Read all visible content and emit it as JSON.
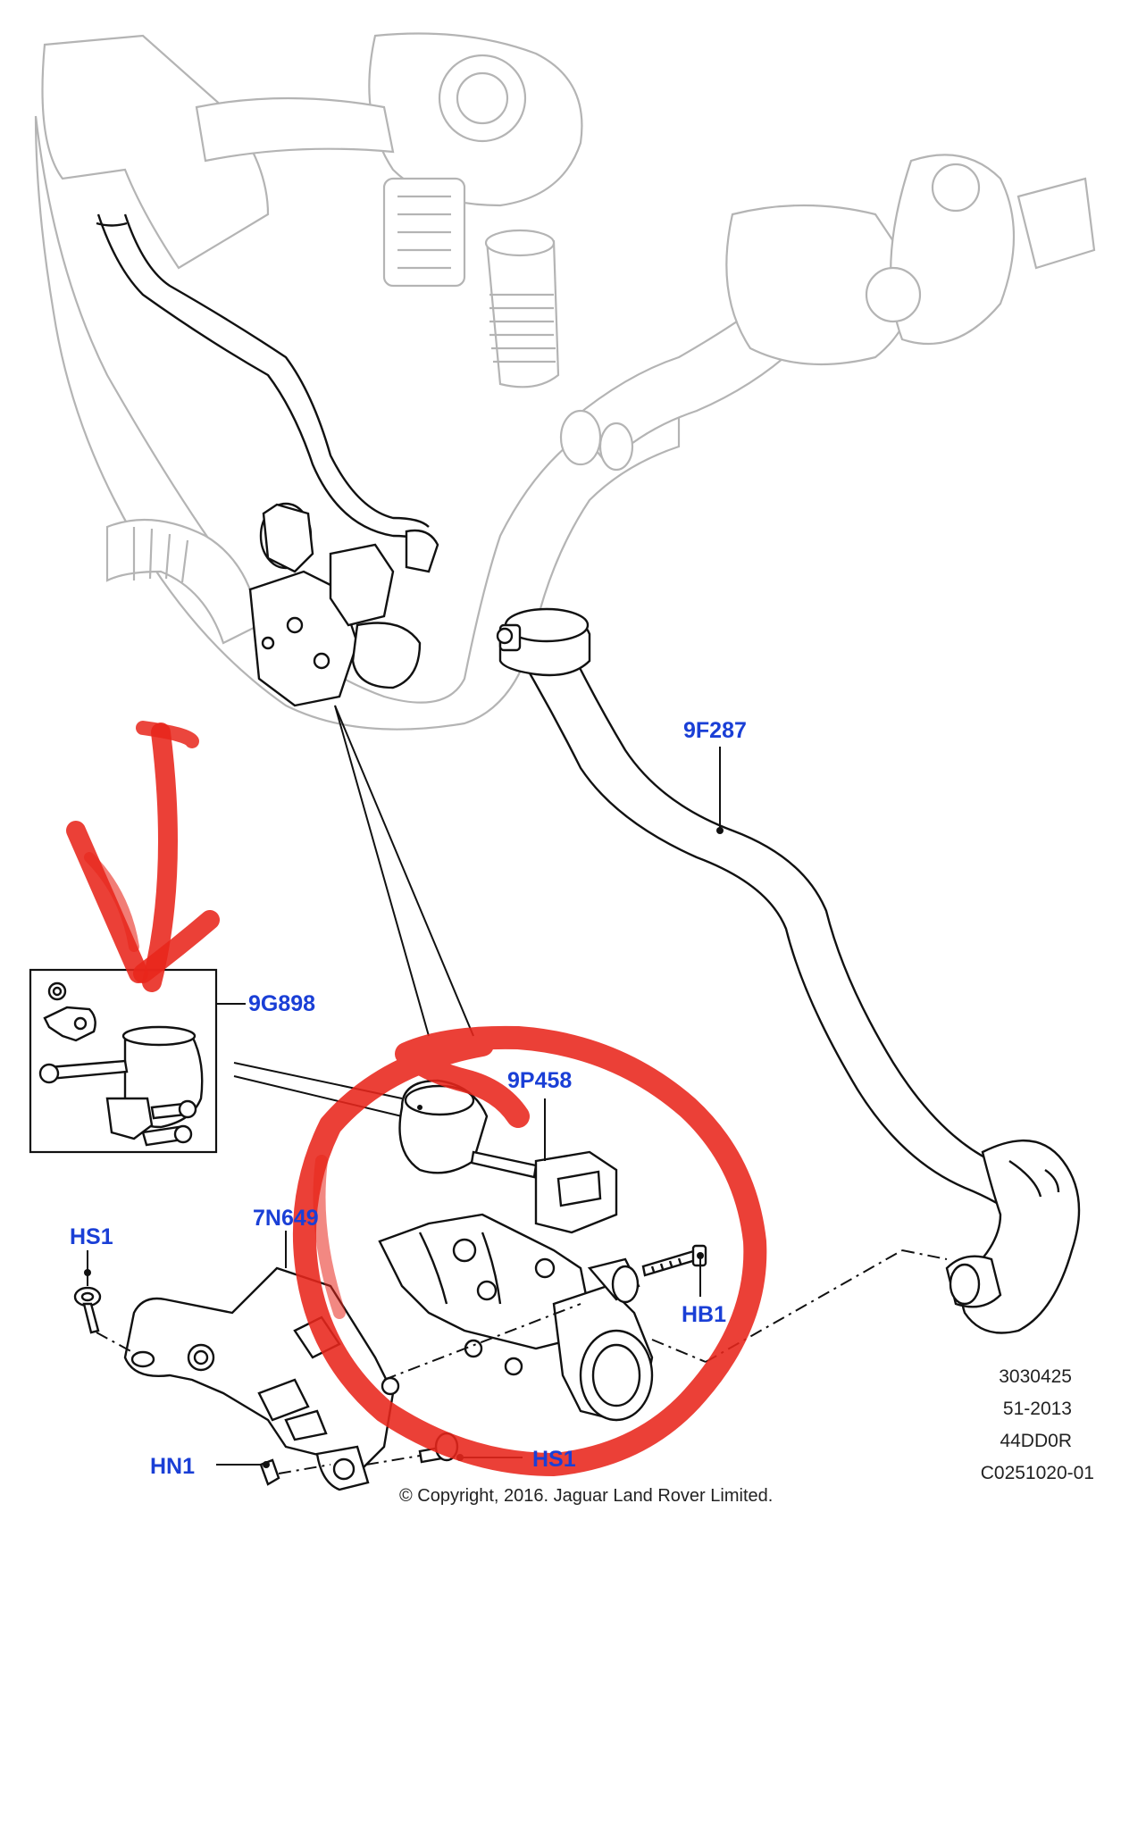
{
  "callouts": {
    "p9F287": "9F287",
    "p9G898": "9G898",
    "p9P458": "9P458",
    "p7N649": "7N649",
    "hs1_left": "HS1",
    "hb1": "HB1",
    "hn1": "HN1",
    "hs1_bottom": "HS1"
  },
  "reference": {
    "line1": "3030425",
    "line2": "51-2013",
    "line3": "44DD0R",
    "line4": "C0251020-01"
  },
  "copyright": "© Copyright, 2016. Jaguar Land Rover Limited.",
  "colors": {
    "callout": "#1a3fd6",
    "annotation": "#e8261b",
    "ghost_outline": "#b4b4b4",
    "line": "#111111"
  }
}
